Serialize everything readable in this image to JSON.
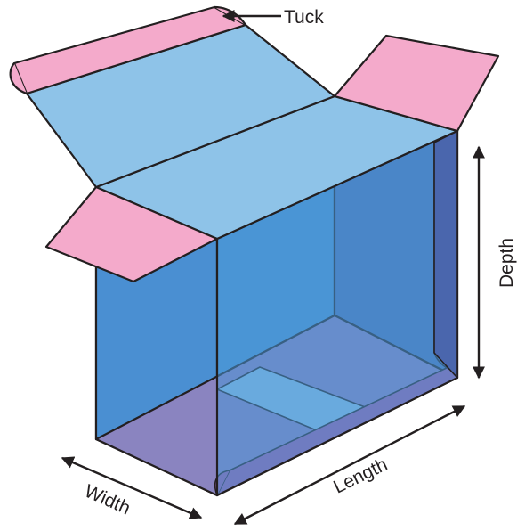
{
  "diagram": {
    "labels": {
      "tuck": "Tuck",
      "depth": "Depth",
      "length": "Length",
      "width": "Width"
    },
    "colors": {
      "flap_light_blue": "#8ec3e8",
      "tuck_pink": "#f4aacb",
      "front_blue": "#4b95d6",
      "end_panel_blue": "#4a6fb4",
      "floor_purple": "#8b84bf",
      "floor_magenta": "#9b5ea8",
      "outline": "#231f20"
    }
  }
}
